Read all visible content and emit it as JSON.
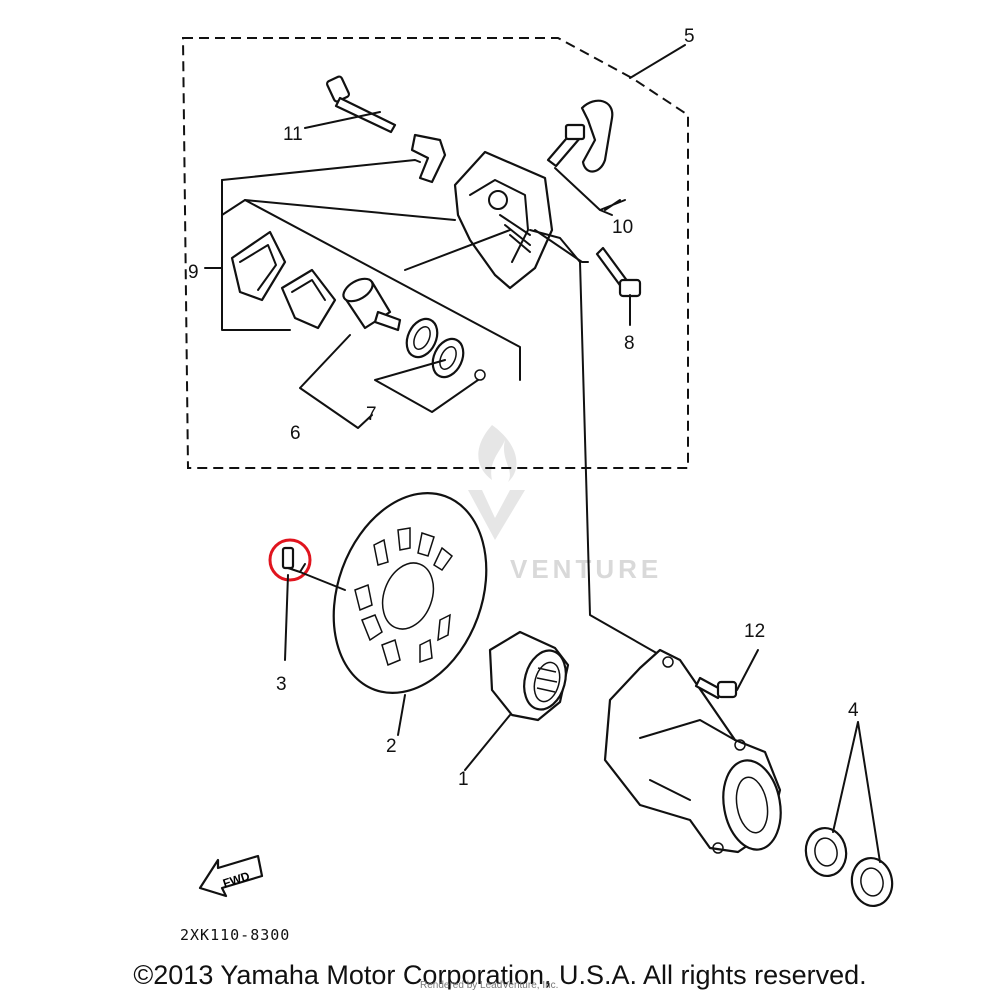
{
  "diagram_code": "2XK110-8300",
  "fwd_label": "FWD",
  "watermark": "VENTURE",
  "copyright": "©2013 Yamaha Motor Corporation, U.S.A. All rights reserved.",
  "rendered_by": "Rendered by LeadVenture, Inc.",
  "highlight_color": "#e0141e",
  "callouts": {
    "c1": "1",
    "c2": "2",
    "c3": "3",
    "c4": "4",
    "c5": "5",
    "c6": "6",
    "c7": "7",
    "c8": "8",
    "c9": "9",
    "c10": "10",
    "c11": "11",
    "c12": "12"
  }
}
